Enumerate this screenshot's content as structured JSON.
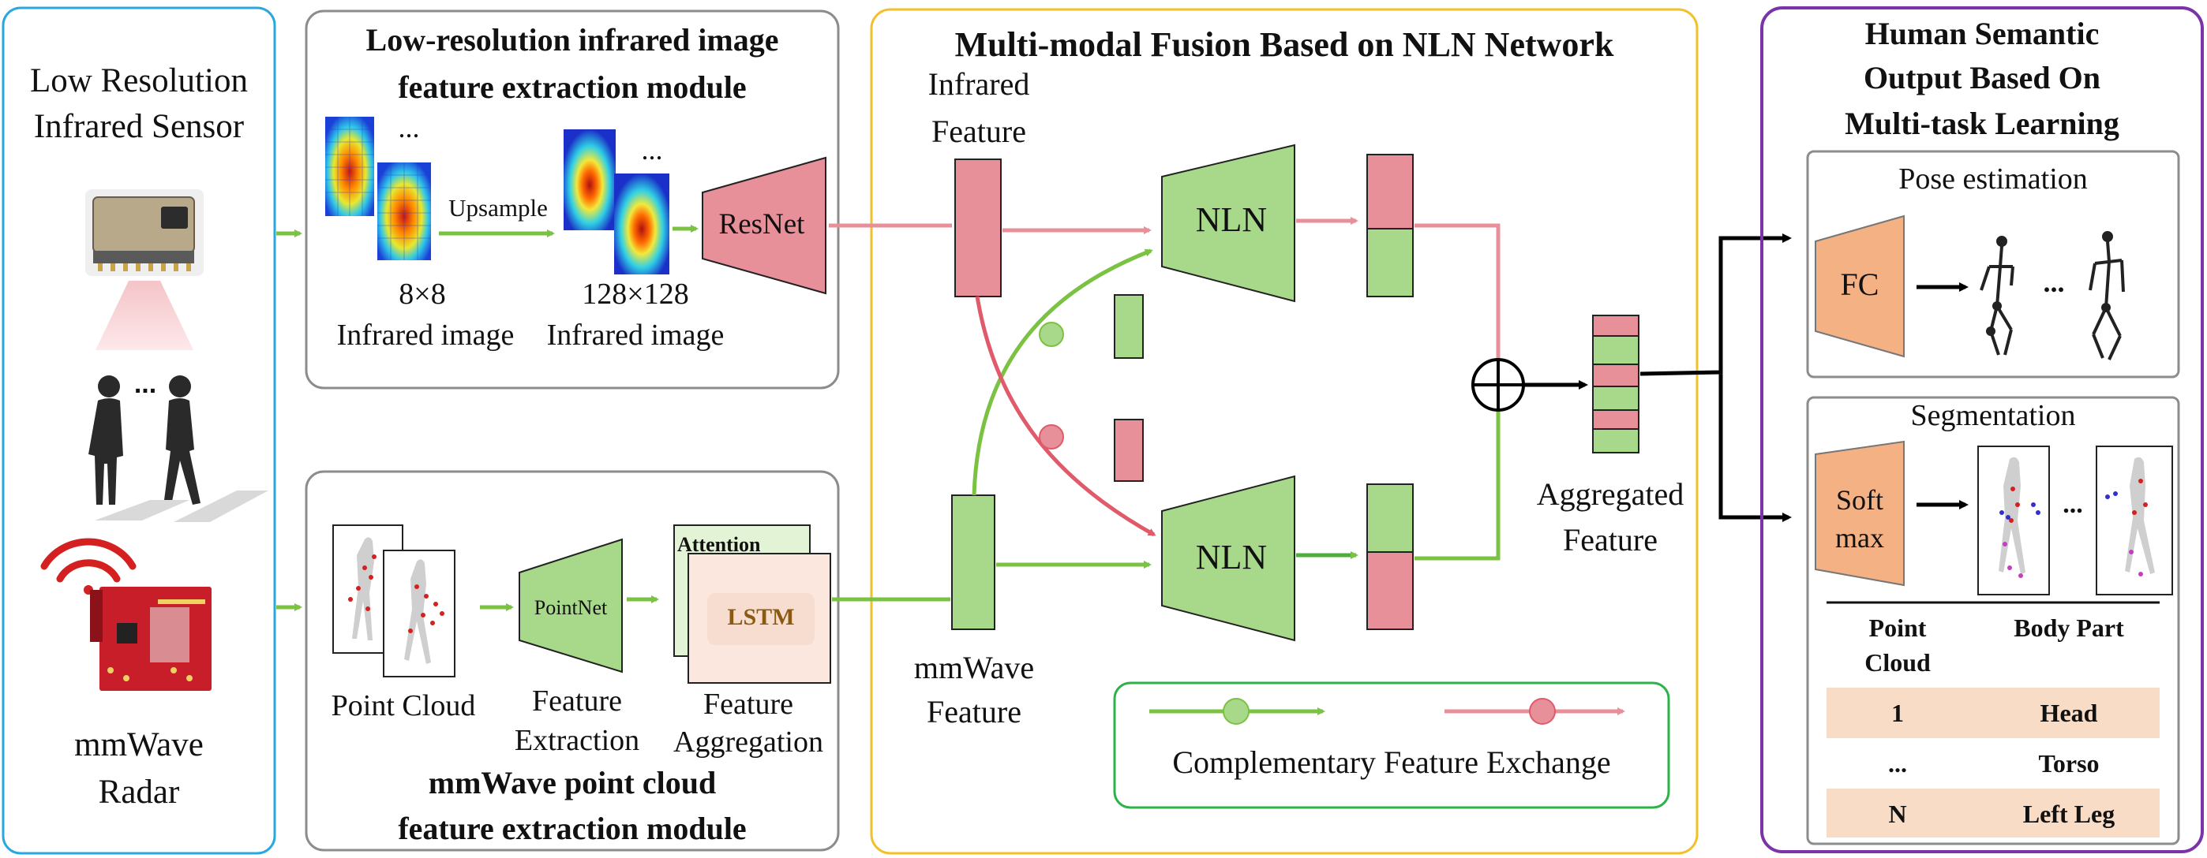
{
  "colors": {
    "blue_border": "#29a8e0",
    "gray_border": "#8c8c8c",
    "yellow_border": "#f2c029",
    "purple_border": "#7a34a8",
    "green_border": "#2bb34a",
    "pink": "#e8909a",
    "green": "#a8d98a",
    "orange": "#f4b183",
    "legend_row": "#f8dcc6"
  },
  "sensor_panel": {
    "title_line1": "Low Resolution",
    "title_line2": "Infrared Sensor",
    "ellipsis": "...",
    "radar_line1": "mmWave",
    "radar_line2": "Radar"
  },
  "ir_module": {
    "title_line1": "Low-resolution infrared image",
    "title_line2": "feature extraction module",
    "ellipsis_small": "...",
    "ellipsis_large": "...",
    "upsample_label": "Upsample",
    "resnet_label": "ResNet",
    "small_size": "8×8",
    "small_caption": "Infrared image",
    "large_size": "128×128",
    "large_caption": "Infrared image"
  },
  "mmwave_module": {
    "title_line1": "mmWave point cloud",
    "title_line2": "feature extraction module",
    "pointnet_label": "PointNet",
    "attention_label": "Attention",
    "lstm_label": "LSTM",
    "point_cloud_caption": "Point Cloud",
    "feature_extraction_line1": "Feature",
    "feature_extraction_line2": "Extraction",
    "feature_aggregation_line1": "Feature",
    "feature_aggregation_line2": "Aggregation"
  },
  "fusion": {
    "title": "Multi-modal Fusion Based on NLN Network",
    "infrared_feature_line1": "Infrared",
    "infrared_feature_line2": "Feature",
    "mmwave_feature_line1": "mmWave",
    "mmwave_feature_line2": "Feature",
    "nln_top": "NLN",
    "nln_bottom": "NLN",
    "aggregated_line1": "Aggregated",
    "aggregated_line2": "Feature",
    "legend_text": "Complementary Feature Exchange"
  },
  "output": {
    "title_line1": "Human Semantic",
    "title_line2": "Output Based On",
    "title_line3": "Multi-task Learning",
    "pose_title": "Pose estimation",
    "fc_label": "FC",
    "pose_ellipsis": "...",
    "seg_title": "Segmentation",
    "softmax_line1": "Soft",
    "softmax_line2": "max",
    "seg_ellipsis": "...",
    "table_header_col1_line1": "Point",
    "table_header_col1_line2": "Cloud",
    "table_header_col2": "Body Part",
    "rows": [
      {
        "point": "1",
        "part": "Head"
      },
      {
        "point": "...",
        "part": "Torso"
      },
      {
        "point": "N",
        "part": "Left Leg"
      }
    ]
  }
}
